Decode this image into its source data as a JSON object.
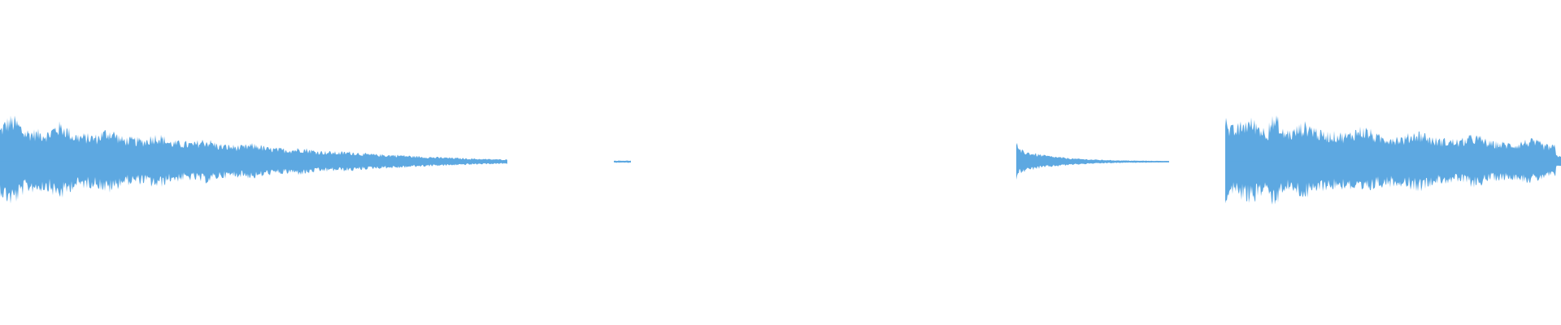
{
  "waveform": {
    "color": "#5DA8E1",
    "segments": [
      {
        "name": "segment-1",
        "start_frac": 0.0,
        "end_frac": 0.325,
        "amp_start": 0.6,
        "amp_end": 0.04,
        "decay": "long"
      },
      {
        "name": "segment-2",
        "start_frac": 0.393,
        "end_frac": 0.404,
        "amp_start": 0.02,
        "amp_end": 0.01,
        "decay": "flat"
      },
      {
        "name": "segment-3",
        "start_frac": 0.651,
        "end_frac": 0.749,
        "amp_start": 0.22,
        "amp_end": 0.01,
        "decay": "fast"
      },
      {
        "name": "segment-4",
        "start_frac": 0.785,
        "end_frac": 1.0,
        "amp_start": 0.62,
        "amp_end": 0.18,
        "decay": "slow"
      }
    ]
  }
}
